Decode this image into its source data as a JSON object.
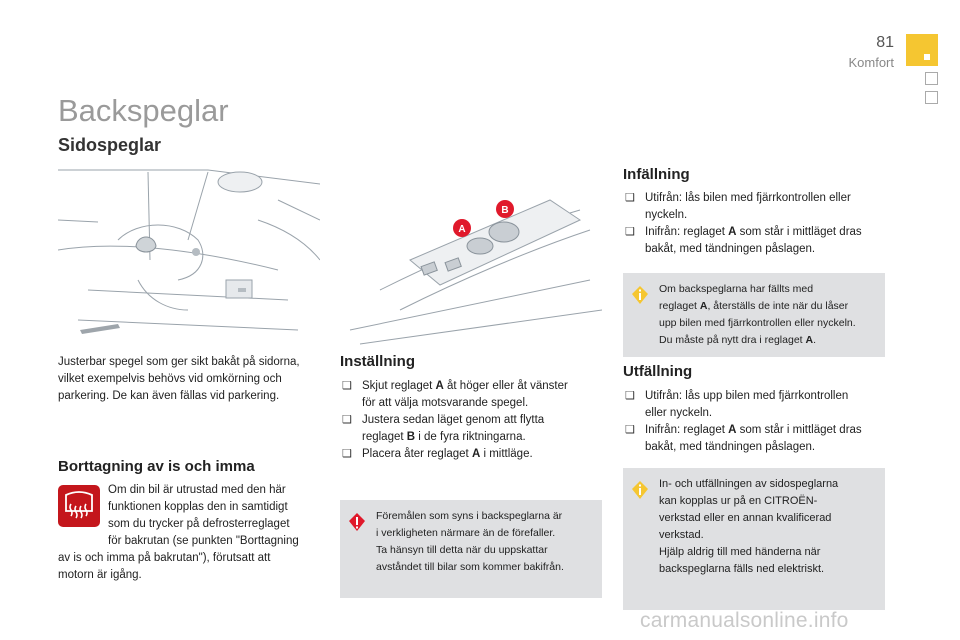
{
  "header": {
    "page_number": "81",
    "section": "Komfort"
  },
  "title": "Backspeglar",
  "subtitle": "Sidospeglar",
  "intro": {
    "lines": [
      "Justerbar spegel som ger sikt bakåt på sidorna,",
      "vilket exempelvis behövs vid omkörning och",
      "parkering. De kan även fällas vid parkering."
    ]
  },
  "defrost": {
    "heading": "Borttagning av is och imma",
    "lines": [
      "Om din bil är utrustad med den här",
      "funktionen kopplas den in samtidigt",
      "som du trycker på defrosterreglaget",
      "för bakrutan (se punkten \"Borttagning",
      "av is och imma på bakrutan\"), förutsatt att",
      "motorn är igång."
    ]
  },
  "adjust": {
    "heading": "Inställning",
    "items": [
      {
        "pre": "Skjut reglaget ",
        "bold": "A",
        "post": " åt höger eller åt vänster",
        "line2": "för att välja motsvarande spegel."
      },
      {
        "pre": "Justera sedan läget genom att flytta",
        "bold": "",
        "post": "",
        "line2pre": "reglaget ",
        "line2bold": "B",
        "line2post": " i de fyra riktningarna."
      },
      {
        "pre": "Placera åter reglaget ",
        "bold": "A",
        "post": " i mittläge."
      }
    ]
  },
  "warning_note": {
    "lines": [
      "Föremålen som syns i backspeglarna är",
      "i verkligheten närmare än de förefaller.",
      "Ta hänsyn till detta när du uppskattar",
      "avståndet till bilar som kommer bakifrån."
    ]
  },
  "fold": {
    "heading": "Infällning",
    "item1_l1": "Utifrån: lås bilen med fjärrkontrollen eller",
    "item1_l2": "nyckeln.",
    "item2_pre": "Inifrån: reglaget ",
    "item2_bold": "A",
    "item2_post": " som står i mittläget dras",
    "item2_l2": "bakåt, med tändningen påslagen."
  },
  "fold_note": {
    "l1": "Om backspeglarna har fällts med",
    "l2_pre": "reglaget ",
    "l2_bold": "A",
    "l2_post": ", återställs de inte när du låser",
    "l3": "upp bilen med fjärrkontrollen eller nyckeln.",
    "l4_pre": "Du måste på nytt dra i reglaget ",
    "l4_bold": "A",
    "l4_post": "."
  },
  "unfold": {
    "heading": "Utfällning",
    "item1_l1": "Utifrån: lås upp bilen med fjärrkontrollen",
    "item1_l2": "eller nyckeln.",
    "item2_pre": "Inifrån: reglaget ",
    "item2_bold": "A",
    "item2_post": " som står i mittläget dras",
    "item2_l2": "bakåt, med tändningen påslagen."
  },
  "unfold_note": {
    "lines": [
      "In- och utfällningen av sidospeglarna",
      "kan kopplas ur på en CITROËN-",
      "verkstad eller en annan kvalificerad",
      "verkstad.",
      "Hjälp aldrig till med händerna när",
      "backspeglarna fälls ned elektriskt."
    ]
  },
  "labels": {
    "a": "A",
    "b": "B"
  },
  "watermark": "carmanualsonline.info",
  "colors": {
    "accent": "#f5c631",
    "note_bg": "#dfe0e2",
    "info_icon": "#f5c631",
    "warning_icon": "#e0192b",
    "label_red": "#e0192b"
  },
  "icons": [
    "rear-defrost-icon",
    "info-icon",
    "warning-icon"
  ]
}
